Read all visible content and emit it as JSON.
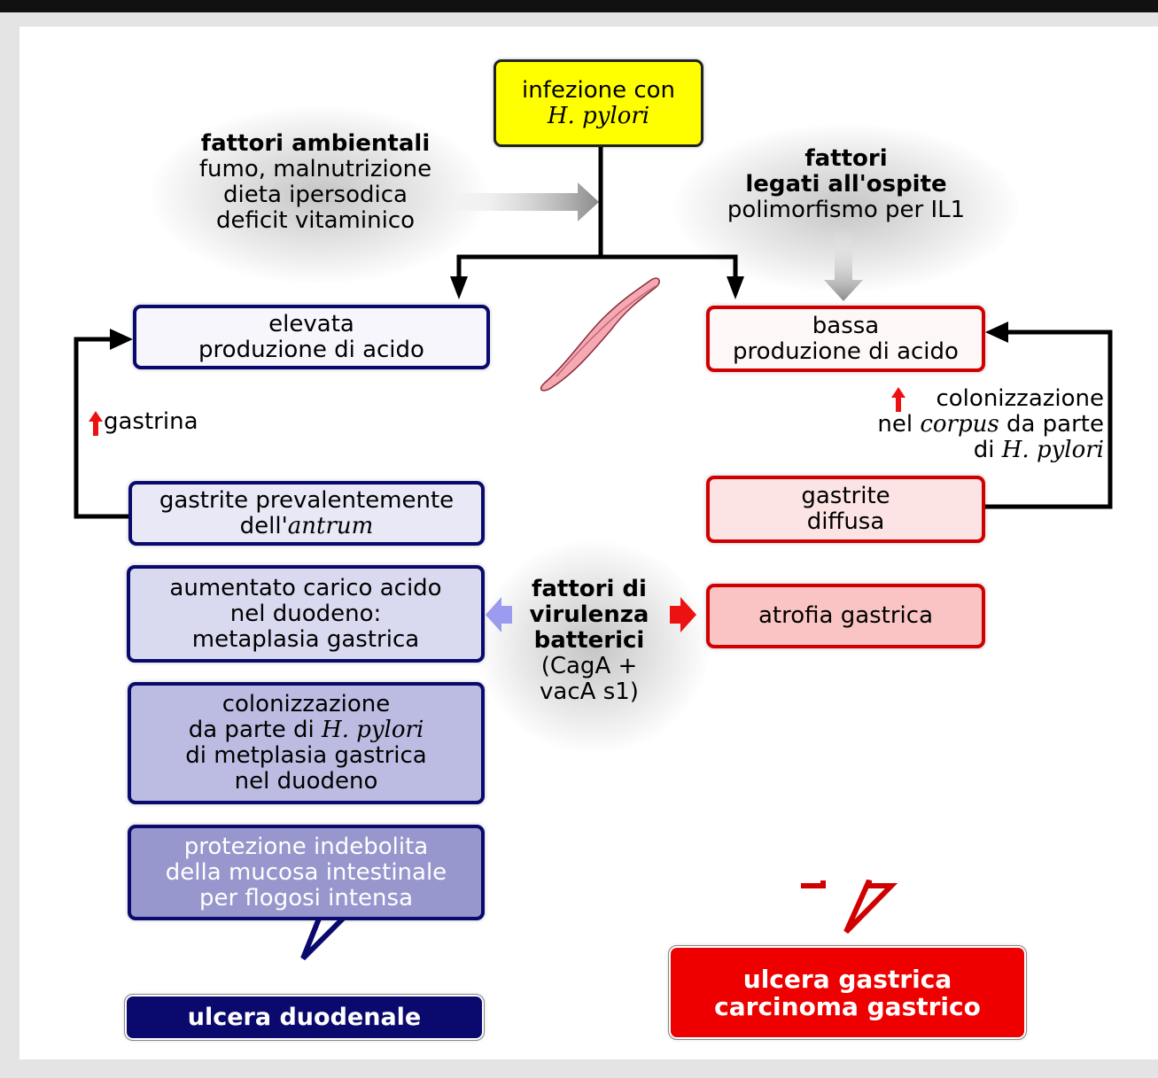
{
  "top": {
    "line1": "infezione con",
    "line2": "H. pylori"
  },
  "env": {
    "title": "fattori ambientali",
    "lines": [
      "fumo, malnutrizione",
      "dieta ipersodica",
      "deficit vitaminico"
    ]
  },
  "host": {
    "title1": "fattori",
    "title2": "legati all'ospite",
    "line": "polimorfismo per IL1"
  },
  "left": {
    "b1": [
      "elevata",
      "produzione di acido"
    ],
    "feedback": "gastrina",
    "b2_line1": "gastrite prevalentemente",
    "b2_prefix": "dell'",
    "b2_italic": "antrum",
    "b3": [
      "aumentato carico acido",
      "nel duodeno:",
      "metaplasia gastrica"
    ],
    "b4_line1": "colonizzazione",
    "b4_prefix": "da parte di ",
    "b4_italic": "H. pylori",
    "b4_line3": "di metplasia gastrica",
    "b4_line4": "nel duodeno",
    "b5": [
      "protezione indebolita",
      "della mucosa intestinale",
      "per flogosi intensa"
    ],
    "outcome": "ulcera duodenale"
  },
  "right": {
    "b1": [
      "bassa",
      "produzione di acido"
    ],
    "note_line1": "colonizzazione",
    "note_prefix": "nel ",
    "note_italic": "corpus",
    "note_suffix": " da parte",
    "note_prefix2": "di ",
    "note_italic2": "H. pylori",
    "b2": [
      "gastrite",
      "diffusa"
    ],
    "b3": "atrofia gastrica",
    "outcome": [
      "ulcera gastrica",
      "carcinoma gastrico"
    ]
  },
  "virulence": {
    "title": [
      "fattori di",
      "virulenza",
      "batterici"
    ],
    "detail": [
      "(CagA +",
      "vacA s1)"
    ]
  },
  "colors": {
    "blue": "#0a0a6e",
    "red": "#d10000",
    "yellow": "#ffff00"
  }
}
